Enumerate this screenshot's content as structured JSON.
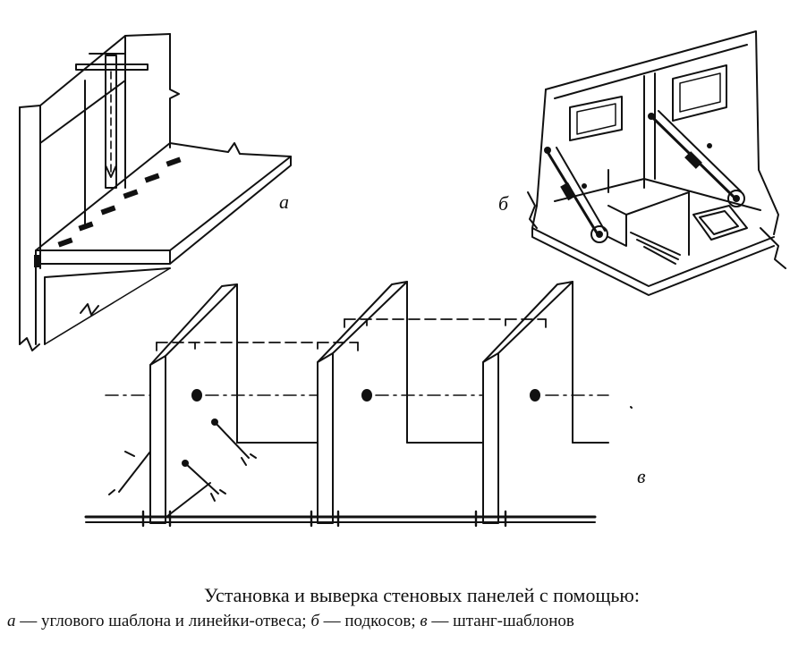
{
  "figure": {
    "labels": {
      "a": "а",
      "b": "б",
      "v": "в"
    }
  },
  "caption": {
    "title": "Установка и выверка стеновых панелей с помощью:",
    "items": [
      {
        "letter": "а",
        "text": " — углового шаблона и линейки-отвеса; "
      },
      {
        "letter": "б",
        "text": " — подкосов; "
      },
      {
        "letter": "в",
        "text": " — штанг-шаблонов"
      }
    ]
  }
}
